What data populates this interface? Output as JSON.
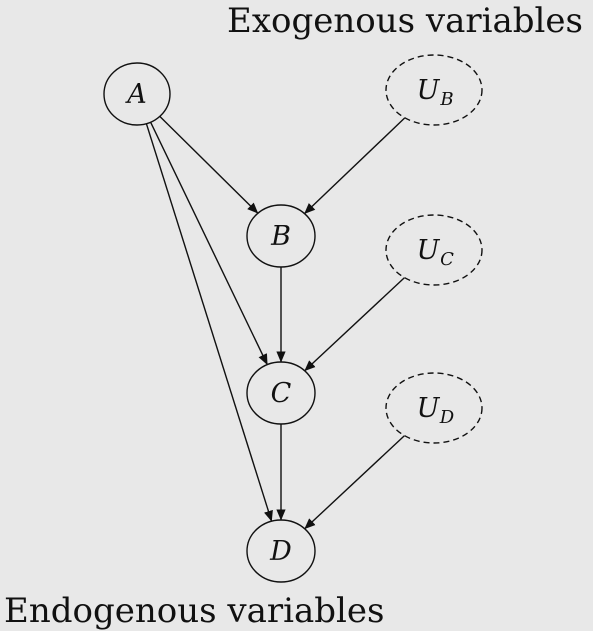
{
  "captions": {
    "exogenous": "Exogenous variables",
    "endogenous": "Endogenous variables"
  },
  "colors": {
    "background": "#e8e8e8",
    "stroke": "#111111",
    "node_fill": "#e8e8e8"
  },
  "nodes": [
    {
      "id": "A",
      "label": "A",
      "sub": "",
      "kind": "endogenous"
    },
    {
      "id": "B",
      "label": "B",
      "sub": "",
      "kind": "endogenous"
    },
    {
      "id": "C",
      "label": "C",
      "sub": "",
      "kind": "endogenous"
    },
    {
      "id": "D",
      "label": "D",
      "sub": "",
      "kind": "endogenous"
    },
    {
      "id": "UB",
      "label": "U",
      "sub": "B",
      "kind": "exogenous"
    },
    {
      "id": "UC",
      "label": "U",
      "sub": "C",
      "kind": "exogenous"
    },
    {
      "id": "UD",
      "label": "U",
      "sub": "D",
      "kind": "exogenous"
    }
  ],
  "edges": [
    {
      "from": "A",
      "to": "B"
    },
    {
      "from": "A",
      "to": "C"
    },
    {
      "from": "A",
      "to": "D"
    },
    {
      "from": "B",
      "to": "C"
    },
    {
      "from": "C",
      "to": "D"
    },
    {
      "from": "UB",
      "to": "B"
    },
    {
      "from": "UC",
      "to": "C"
    },
    {
      "from": "UD",
      "to": "D"
    }
  ]
}
